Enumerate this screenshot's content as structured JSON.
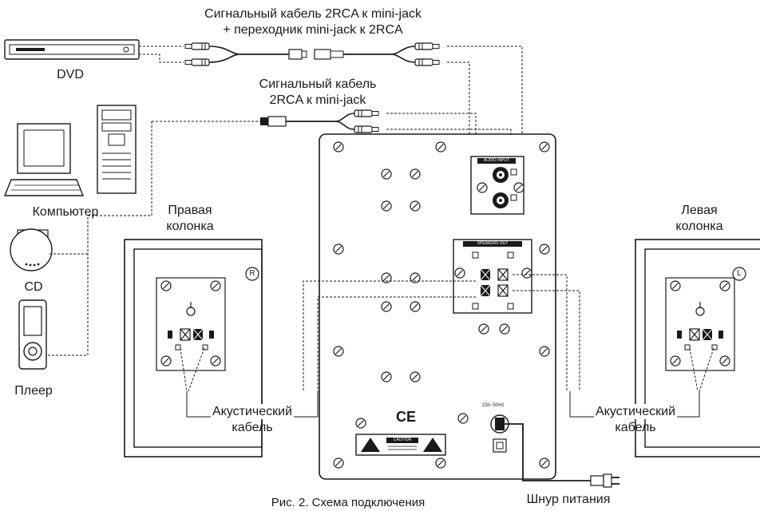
{
  "labels": {
    "cable_top_line1": "Сигнальный кабель 2RCA к mini-jack",
    "cable_top_line2": "+ переходник mini-jack к 2RCA",
    "cable_mid_line1": "Сигнальный кабель",
    "cable_mid_line2": "2RCA к mini-jack",
    "dvd": "DVD",
    "computer": "Компьютер",
    "cd": "CD",
    "player": "Плеер",
    "right_speaker_line1": "Правая",
    "right_speaker_line2": "колонка",
    "left_speaker_line1": "Левая",
    "left_speaker_line2": "колонка",
    "acoustic_left_line1": "Акустический",
    "acoustic_left_line2": "кабель",
    "acoustic_right_line1": "Акустический",
    "acoustic_right_line2": "кабель",
    "power_cord": "Шнур питания",
    "caption": "Рис. 2. Схема подключения"
  },
  "panel_text": {
    "audio_input": "AUDIO INPUT",
    "speakers_out": "SPEAKERS OUT",
    "voltage": "230~50Hz",
    "ce_mark": "CE",
    "caution": "CAUTION",
    "speaker_r": "R",
    "speaker_l": "L"
  },
  "icons": [
    "dvd-player-icon",
    "computer-icon",
    "cd-player-icon",
    "media-player-icon",
    "rca-plug-icon",
    "mini-jack-icon",
    "power-plug-icon",
    "screw-icon",
    "warning-triangle-icon",
    "lightning-icon"
  ]
}
